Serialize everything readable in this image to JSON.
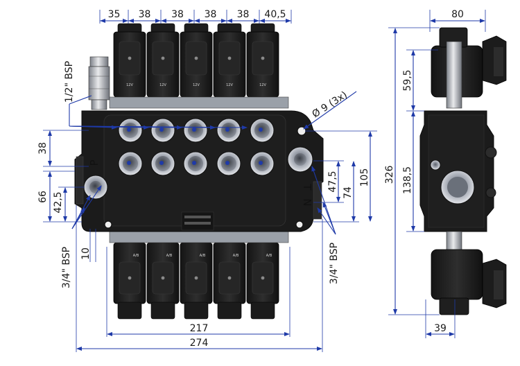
{
  "dimensions": {
    "top_spacing": [
      "35",
      "38",
      "38",
      "38",
      "38",
      "40,5"
    ],
    "side_width": "80",
    "side_upper": "59,5",
    "side_mid": "138,5",
    "side_total": "326",
    "side_bottom": "39",
    "hole": "Ø 9  (3x)",
    "left_38": "38",
    "left_66": "66",
    "left_42_5": "42,5",
    "left_10": "10",
    "right_47_5": "47,5",
    "right_74": "74",
    "right_105": "105",
    "bottom_217": "217",
    "bottom_274": "274"
  },
  "labels": {
    "inlet_thread": "1/2\" BSP",
    "port_left": "3/4\" BSP",
    "port_right": "3/4\" BSP",
    "coil_voltage": "12V",
    "coil_bottom": "A/B",
    "port_p": "P",
    "port_t": "T",
    "port_n": "N"
  }
}
